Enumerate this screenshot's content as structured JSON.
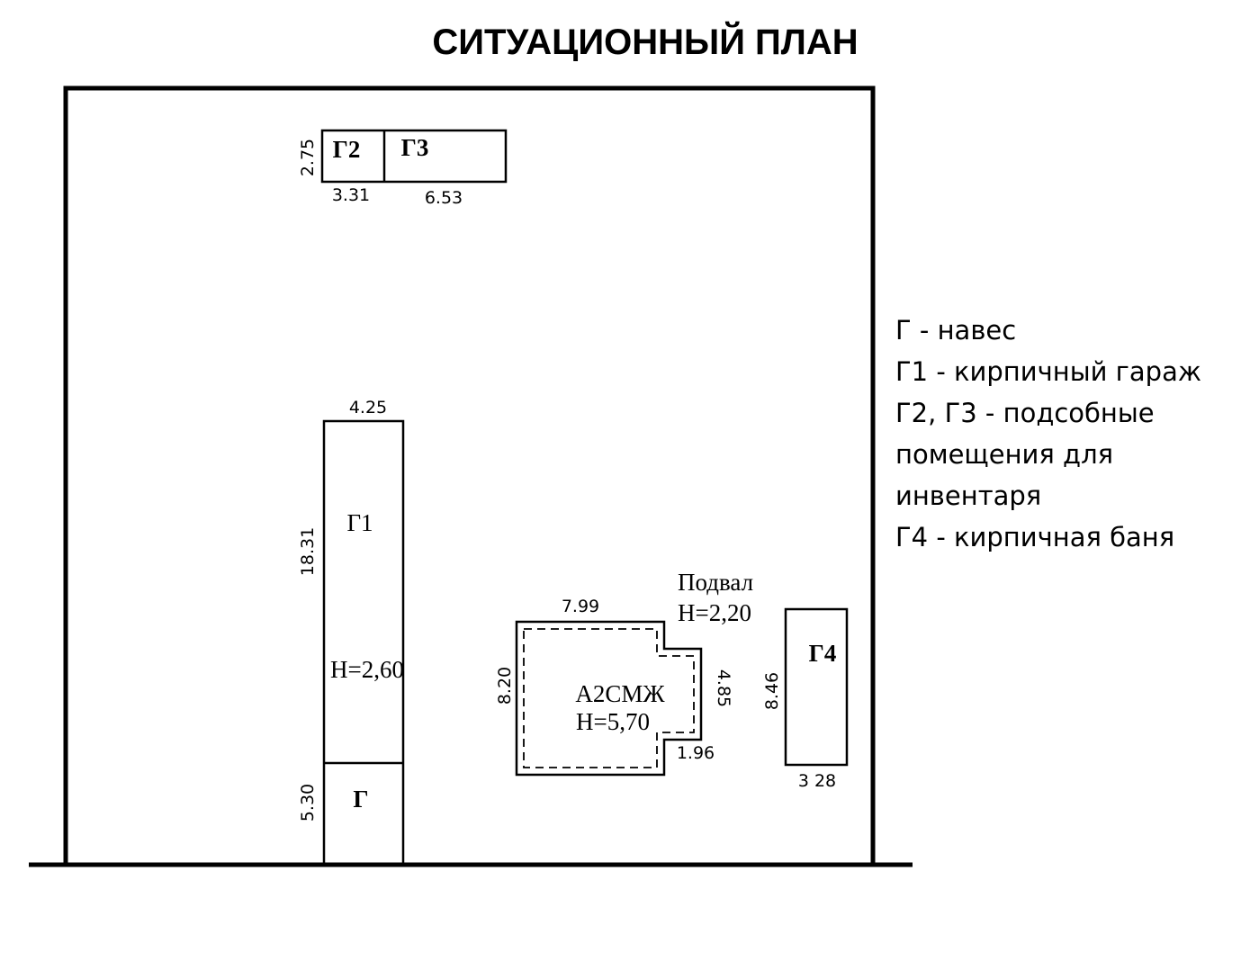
{
  "title": "СИТУАЦИОННЫЙ ПЛАН",
  "buildings": {
    "g2": {
      "label": "Г2"
    },
    "g3": {
      "label": "Г3"
    },
    "g2g3_height": "2.75",
    "g2_width": "3.31",
    "g3_width": "6.53",
    "g1": {
      "label": "Г1",
      "top_width": "4.25",
      "length": "18.31",
      "height_note": "Н=2,60"
    },
    "g": {
      "label": "Г",
      "length": "5.30"
    },
    "main": {
      "label": "А2СМЖ",
      "height_note": "Н=5,70",
      "top_width": "7.99",
      "left_length": "8.20",
      "right_length": "4.85",
      "step_width": "1.96",
      "basement_label": "Подвал",
      "basement_height": "Н=2,20"
    },
    "g4": {
      "label": "Г4",
      "length": "8.46",
      "width": "3 28"
    }
  },
  "legend": [
    "Г   - навес",
    "Г1 - кирпичный гараж",
    "Г2, Г3 - подсобные",
    "помещения для",
    "инвентаря",
    "Г4 - кирпичная баня"
  ]
}
